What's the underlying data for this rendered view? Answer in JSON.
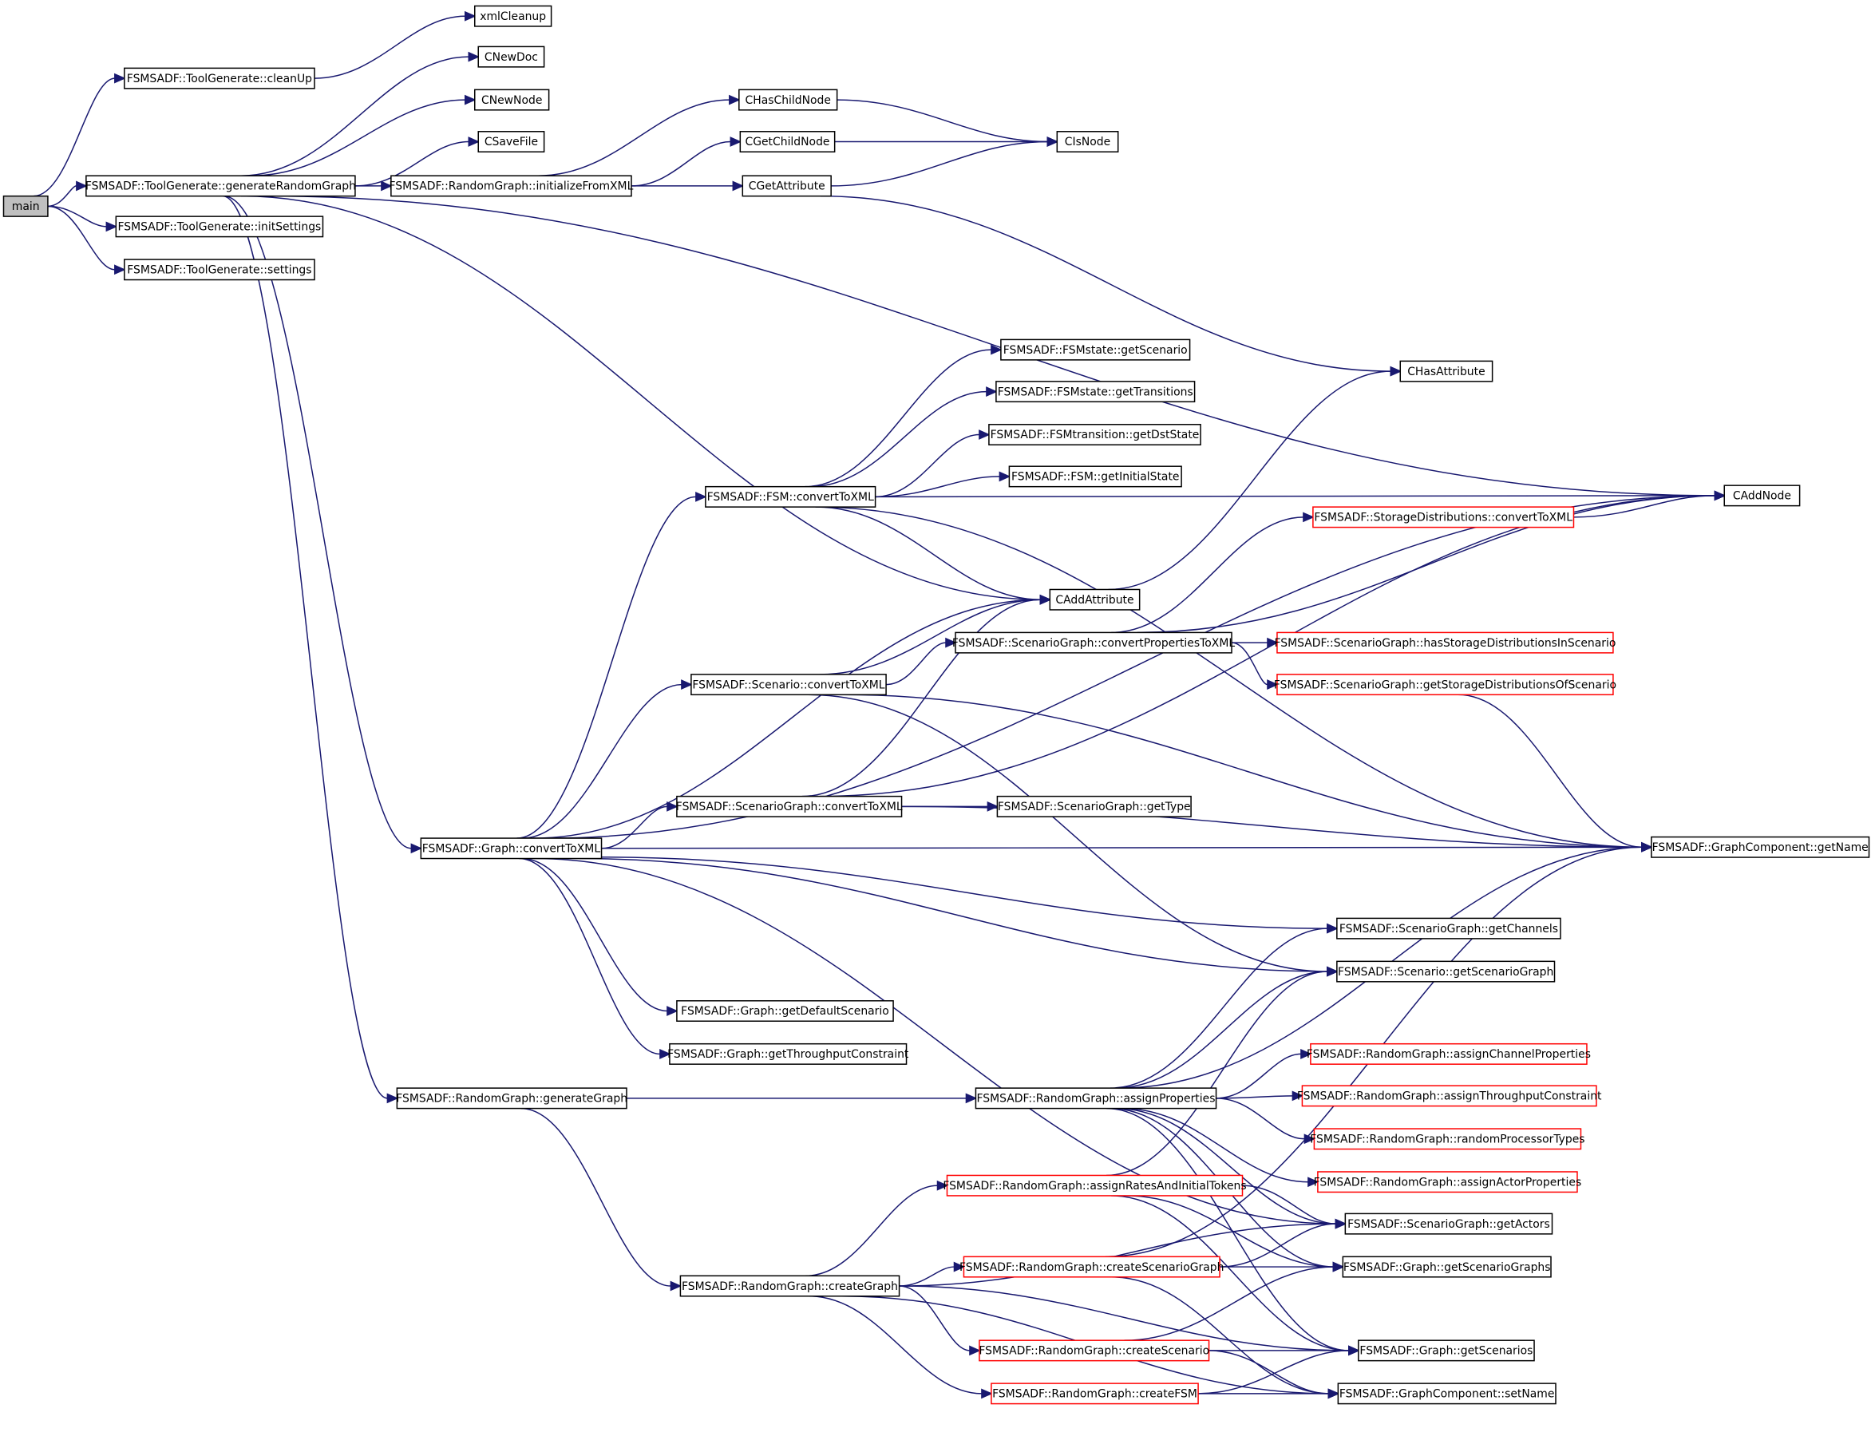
{
  "title": "Call graph for main",
  "colors": {
    "edge": "#191970",
    "node_border": "#000000",
    "truncated_border": "#ff0000",
    "root_fill": "#bfbfbf"
  },
  "nodes": [
    {
      "id": "main",
      "label": "main",
      "style": "root"
    },
    {
      "id": "cleanUp",
      "label": "FSMSADF::ToolGenerate::cleanUp"
    },
    {
      "id": "generateRandomGraph",
      "label": "FSMSADF::ToolGenerate::generateRandomGraph"
    },
    {
      "id": "initSettings",
      "label": "FSMSADF::ToolGenerate::initSettings"
    },
    {
      "id": "settings",
      "label": "FSMSADF::ToolGenerate::settings"
    },
    {
      "id": "xmlCleanup",
      "label": "xmlCleanup"
    },
    {
      "id": "CNewDoc",
      "label": "CNewDoc"
    },
    {
      "id": "CNewNode",
      "label": "CNewNode"
    },
    {
      "id": "CSaveFile",
      "label": "CSaveFile"
    },
    {
      "id": "initializeFromXML",
      "label": "FSMSADF::RandomGraph::initializeFromXML"
    },
    {
      "id": "CHasChildNode",
      "label": "CHasChildNode"
    },
    {
      "id": "CGetChildNode",
      "label": "CGetChildNode"
    },
    {
      "id": "CGetAttribute",
      "label": "CGetAttribute"
    },
    {
      "id": "CIsNode",
      "label": "CIsNode"
    },
    {
      "id": "CHasAttribute",
      "label": "CHasAttribute"
    },
    {
      "id": "FSMgetScenario",
      "label": "FSMSADF::FSMstate::getScenario"
    },
    {
      "id": "FSMgetTransitions",
      "label": "FSMSADF::FSMstate::getTransitions"
    },
    {
      "id": "getDstState",
      "label": "FSMSADF::FSMtransition::getDstState"
    },
    {
      "id": "getInitialState",
      "label": "FSMSADF::FSM::getInitialState"
    },
    {
      "id": "FSMconvertToXML",
      "label": "FSMSADF::FSM::convertToXML"
    },
    {
      "id": "CAddNode",
      "label": "CAddNode"
    },
    {
      "id": "StorageConvertToXML",
      "label": "FSMSADF::StorageDistributions::convertToXML",
      "style": "red"
    },
    {
      "id": "CAddAttribute",
      "label": "CAddAttribute"
    },
    {
      "id": "convertPropertiesToXML",
      "label": "FSMSADF::ScenarioGraph::convertPropertiesToXML"
    },
    {
      "id": "hasStorageDistributionsInScenario",
      "label": "FSMSADF::ScenarioGraph::hasStorageDistributionsInScenario",
      "style": "red"
    },
    {
      "id": "getStorageDistributionsOfScenario",
      "label": "FSMSADF::ScenarioGraph::getStorageDistributionsOfScenario",
      "style": "red"
    },
    {
      "id": "ScenarioConvertToXML",
      "label": "FSMSADF::Scenario::convertToXML"
    },
    {
      "id": "SGconvertToXML",
      "label": "FSMSADF::ScenarioGraph::convertToXML"
    },
    {
      "id": "SGgetType",
      "label": "FSMSADF::ScenarioGraph::getType"
    },
    {
      "id": "GraphConvertToXML",
      "label": "FSMSADF::Graph::convertToXML"
    },
    {
      "id": "getName",
      "label": "FSMSADF::GraphComponent::getName"
    },
    {
      "id": "getChannels",
      "label": "FSMSADF::ScenarioGraph::getChannels"
    },
    {
      "id": "getScenarioGraph",
      "label": "FSMSADF::Scenario::getScenarioGraph"
    },
    {
      "id": "getDefaultScenario",
      "label": "FSMSADF::Graph::getDefaultScenario"
    },
    {
      "id": "getThroughputConstraint",
      "label": "FSMSADF::Graph::getThroughputConstraint"
    },
    {
      "id": "assignChannelProperties",
      "label": "FSMSADF::RandomGraph::assignChannelProperties",
      "style": "red"
    },
    {
      "id": "generateGraph",
      "label": "FSMSADF::RandomGraph::generateGraph"
    },
    {
      "id": "assignProperties",
      "label": "FSMSADF::RandomGraph::assignProperties"
    },
    {
      "id": "assignThroughputConstraint",
      "label": "FSMSADF::RandomGraph::assignThroughputConstraint",
      "style": "red"
    },
    {
      "id": "randomProcessorTypes",
      "label": "FSMSADF::RandomGraph::randomProcessorTypes",
      "style": "red"
    },
    {
      "id": "assignActorProperties",
      "label": "FSMSADF::RandomGraph::assignActorProperties",
      "style": "red"
    },
    {
      "id": "assignRatesAndInitialTokens",
      "label": "FSMSADF::RandomGraph::assignRatesAndInitialTokens",
      "style": "red"
    },
    {
      "id": "getActors",
      "label": "FSMSADF::ScenarioGraph::getActors"
    },
    {
      "id": "createGraph",
      "label": "FSMSADF::RandomGraph::createGraph"
    },
    {
      "id": "createScenarioGraph",
      "label": "FSMSADF::RandomGraph::createScenarioGraph",
      "style": "red"
    },
    {
      "id": "getScenarioGraphs",
      "label": "FSMSADF::Graph::getScenarioGraphs"
    },
    {
      "id": "createScenario",
      "label": "FSMSADF::RandomGraph::createScenario",
      "style": "red"
    },
    {
      "id": "getScenarios",
      "label": "FSMSADF::Graph::getScenarios"
    },
    {
      "id": "createFSM",
      "label": "FSMSADF::RandomGraph::createFSM",
      "style": "red"
    },
    {
      "id": "setName",
      "label": "FSMSADF::GraphComponent::setName"
    }
  ],
  "edges": [
    [
      "main",
      "cleanUp"
    ],
    [
      "main",
      "generateRandomGraph"
    ],
    [
      "main",
      "initSettings"
    ],
    [
      "main",
      "settings"
    ],
    [
      "cleanUp",
      "xmlCleanup"
    ],
    [
      "generateRandomGraph",
      "CNewDoc"
    ],
    [
      "generateRandomGraph",
      "CNewNode"
    ],
    [
      "generateRandomGraph",
      "CSaveFile"
    ],
    [
      "generateRandomGraph",
      "initializeFromXML"
    ],
    [
      "generateRandomGraph",
      "CAddNode"
    ],
    [
      "generateRandomGraph",
      "CAddAttribute"
    ],
    [
      "generateRandomGraph",
      "GraphConvertToXML"
    ],
    [
      "generateRandomGraph",
      "generateGraph"
    ],
    [
      "initializeFromXML",
      "CHasChildNode"
    ],
    [
      "initializeFromXML",
      "CGetChildNode"
    ],
    [
      "initializeFromXML",
      "CGetAttribute"
    ],
    [
      "CHasChildNode",
      "CIsNode"
    ],
    [
      "CGetChildNode",
      "CIsNode"
    ],
    [
      "CGetAttribute",
      "CIsNode"
    ],
    [
      "CGetAttribute",
      "CHasAttribute"
    ],
    [
      "FSMconvertToXML",
      "FSMgetScenario"
    ],
    [
      "FSMconvertToXML",
      "FSMgetTransitions"
    ],
    [
      "FSMconvertToXML",
      "getDstState"
    ],
    [
      "FSMconvertToXML",
      "getInitialState"
    ],
    [
      "FSMconvertToXML",
      "CAddNode"
    ],
    [
      "FSMconvertToXML",
      "CAddAttribute"
    ],
    [
      "FSMconvertToXML",
      "getName"
    ],
    [
      "StorageConvertToXML",
      "CAddNode"
    ],
    [
      "CAddAttribute",
      "CHasAttribute"
    ],
    [
      "convertPropertiesToXML",
      "StorageConvertToXML"
    ],
    [
      "convertPropertiesToXML",
      "CAddNode"
    ],
    [
      "convertPropertiesToXML",
      "hasStorageDistributionsInScenario"
    ],
    [
      "convertPropertiesToXML",
      "getStorageDistributionsOfScenario"
    ],
    [
      "getStorageDistributionsOfScenario",
      "getName"
    ],
    [
      "ScenarioConvertToXML",
      "CAddAttribute"
    ],
    [
      "ScenarioConvertToXML",
      "convertPropertiesToXML"
    ],
    [
      "ScenarioConvertToXML",
      "getName"
    ],
    [
      "ScenarioConvertToXML",
      "getScenarioGraph"
    ],
    [
      "SGconvertToXML",
      "CAddAttribute"
    ],
    [
      "SGconvertToXML",
      "CAddNode"
    ],
    [
      "SGconvertToXML",
      "SGgetType"
    ],
    [
      "SGconvertToXML",
      "getName"
    ],
    [
      "GraphConvertToXML",
      "CAddNode"
    ],
    [
      "GraphConvertToXML",
      "FSMconvertToXML"
    ],
    [
      "GraphConvertToXML",
      "CAddAttribute"
    ],
    [
      "GraphConvertToXML",
      "ScenarioConvertToXML"
    ],
    [
      "GraphConvertToXML",
      "SGconvertToXML"
    ],
    [
      "GraphConvertToXML",
      "getName"
    ],
    [
      "GraphConvertToXML",
      "getChannels"
    ],
    [
      "GraphConvertToXML",
      "getScenarioGraph"
    ],
    [
      "GraphConvertToXML",
      "getDefaultScenario"
    ],
    [
      "GraphConvertToXML",
      "getThroughputConstraint"
    ],
    [
      "GraphConvertToXML",
      "getActors"
    ],
    [
      "generateGraph",
      "assignProperties"
    ],
    [
      "generateGraph",
      "createGraph"
    ],
    [
      "assignProperties",
      "getChannels"
    ],
    [
      "assignProperties",
      "getScenarioGraph"
    ],
    [
      "assignProperties",
      "getName"
    ],
    [
      "assignProperties",
      "assignChannelProperties"
    ],
    [
      "assignProperties",
      "assignThroughputConstraint"
    ],
    [
      "assignProperties",
      "randomProcessorTypes"
    ],
    [
      "assignProperties",
      "assignActorProperties"
    ],
    [
      "assignProperties",
      "getActors"
    ],
    [
      "assignProperties",
      "getScenarioGraphs"
    ],
    [
      "assignProperties",
      "getScenarios"
    ],
    [
      "assignRatesAndInitialTokens",
      "getScenarioGraph"
    ],
    [
      "assignRatesAndInitialTokens",
      "getActors"
    ],
    [
      "assignRatesAndInitialTokens",
      "getScenarioGraphs"
    ],
    [
      "assignRatesAndInitialTokens",
      "getScenarios"
    ],
    [
      "createGraph",
      "assignRatesAndInitialTokens"
    ],
    [
      "createGraph",
      "getActors"
    ],
    [
      "createGraph",
      "createScenarioGraph"
    ],
    [
      "createGraph",
      "getScenarios"
    ],
    [
      "createGraph",
      "createScenario"
    ],
    [
      "createGraph",
      "createFSM"
    ],
    [
      "createGraph",
      "setName"
    ],
    [
      "createScenarioGraph",
      "getActors"
    ],
    [
      "createScenarioGraph",
      "getScenarioGraphs"
    ],
    [
      "createScenarioGraph",
      "getName"
    ],
    [
      "createScenarioGraph",
      "setName"
    ],
    [
      "createScenario",
      "getScenarioGraphs"
    ],
    [
      "createScenario",
      "getScenarios"
    ],
    [
      "createScenario",
      "setName"
    ],
    [
      "createFSM",
      "getScenarios"
    ],
    [
      "createFSM",
      "setName"
    ]
  ]
}
